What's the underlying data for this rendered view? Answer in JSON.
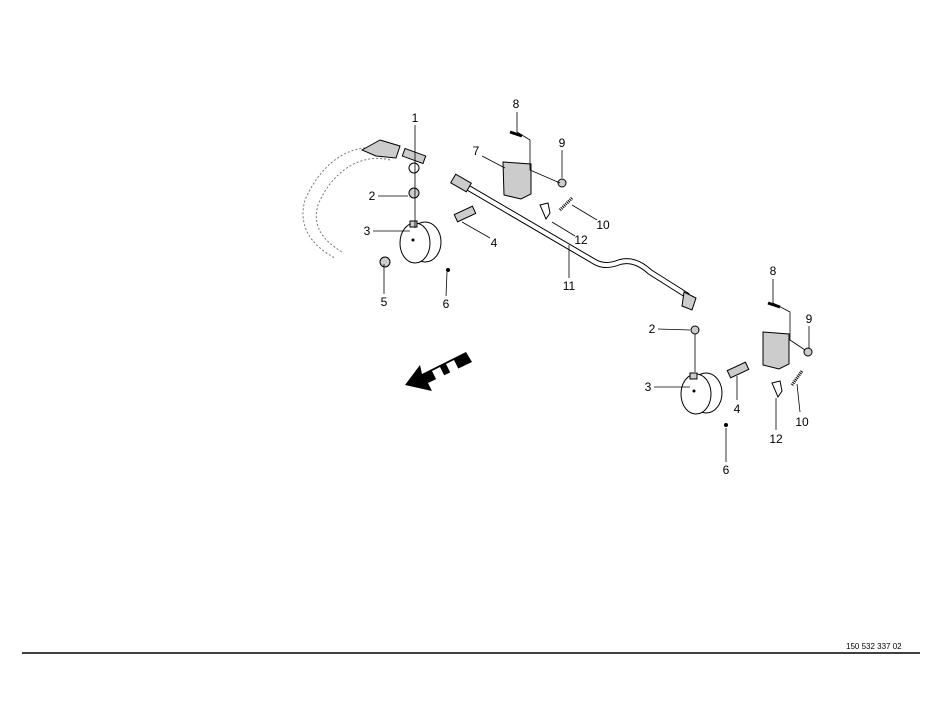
{
  "drawing_number": "150 532 337 02",
  "callouts_left": [
    "1",
    "2",
    "3",
    "4",
    "5",
    "6",
    "7",
    "8",
    "9",
    "10",
    "11",
    "12"
  ],
  "callouts_right": [
    "2",
    "3",
    "4",
    "6",
    "8",
    "9",
    "10",
    "12"
  ],
  "icons": {
    "direction_arrow": "direction-of-travel-arrow"
  }
}
